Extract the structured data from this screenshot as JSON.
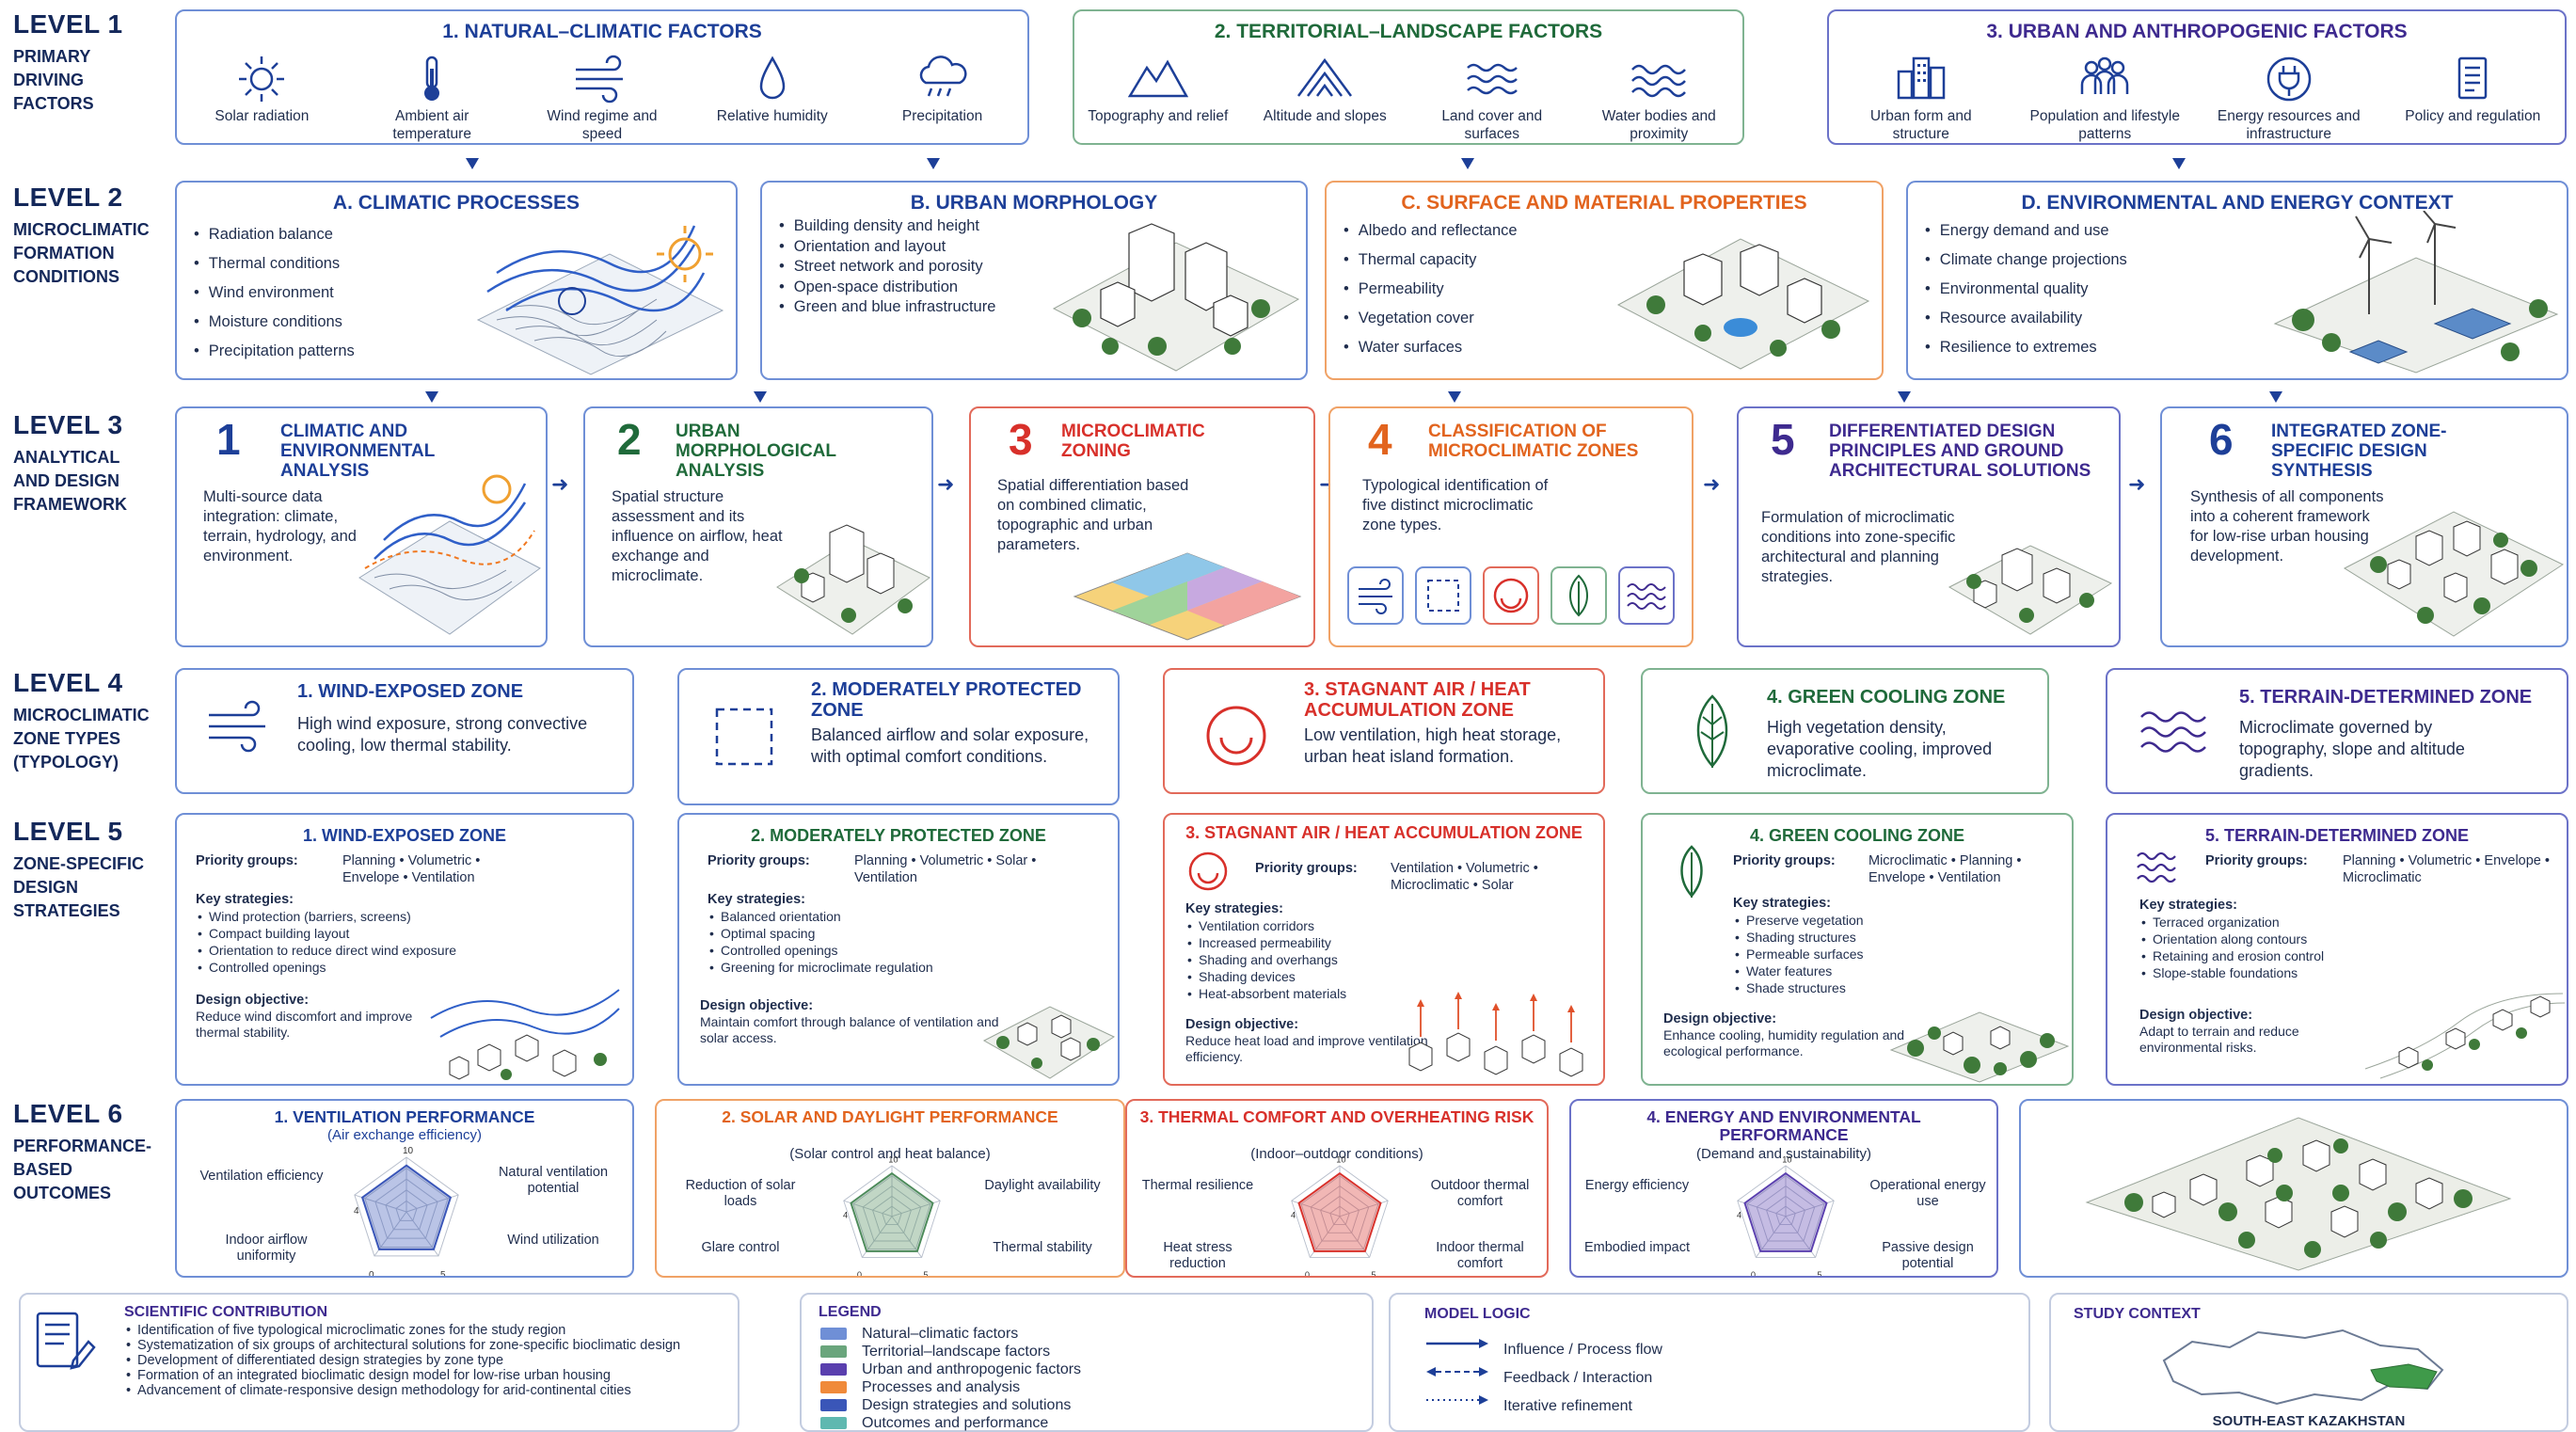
{
  "levels": [
    {
      "title": "LEVEL 1",
      "sub": "PRIMARY DRIVING FACTORS"
    },
    {
      "title": "LEVEL 2",
      "sub": "MICROCLIMATIC FORMATION CONDITIONS"
    },
    {
      "title": "LEVEL 3",
      "sub": "ANALYTICAL AND DESIGN FRAMEWORK"
    },
    {
      "title": "LEVEL 4",
      "sub": "MICROCLIMATIC ZONE TYPES (TYPOLOGY)"
    },
    {
      "title": "LEVEL 5",
      "sub": "ZONE-SPECIFIC DESIGN STRATEGIES"
    },
    {
      "title": "LEVEL 6",
      "sub": "PERFORMANCE-BASED OUTCOMES"
    }
  ],
  "level1": {
    "natural": {
      "title": "1. NATURAL–CLIMATIC FACTORS",
      "items": [
        {
          "icon": "sun-icon",
          "label": "Solar radiation"
        },
        {
          "icon": "thermometer-icon",
          "label": "Ambient air temperature"
        },
        {
          "icon": "wind-icon",
          "label": "Wind regime and speed"
        },
        {
          "icon": "droplet-icon",
          "label": "Relative humidity"
        },
        {
          "icon": "rain-cloud-icon",
          "label": "Precipitation"
        }
      ]
    },
    "territorial": {
      "title": "2. TERRITORIAL–LANDSCAPE FACTORS",
      "items": [
        {
          "icon": "mountains-icon",
          "label": "Topography and relief"
        },
        {
          "icon": "slope-icon",
          "label": "Altitude and slopes"
        },
        {
          "icon": "layers-icon",
          "label": "Land cover and surfaces"
        },
        {
          "icon": "waves-icon",
          "label": "Water bodies and proximity"
        }
      ]
    },
    "urban": {
      "title": "3. URBAN AND ANTHROPOGENIC FACTORS",
      "items": [
        {
          "icon": "buildings-icon",
          "label": "Urban form and structure"
        },
        {
          "icon": "people-icon",
          "label": "Population and lifestyle patterns"
        },
        {
          "icon": "plug-icon",
          "label": "Energy resources and infrastructure"
        },
        {
          "icon": "document-icon",
          "label": "Policy and regulation"
        }
      ]
    }
  },
  "level2": {
    "a": {
      "title": "A. CLIMATIC PROCESSES",
      "items": [
        "Radiation balance",
        "Thermal conditions",
        "Wind environment",
        "Moisture conditions",
        "Precipitation patterns"
      ]
    },
    "b": {
      "title": "B. URBAN MORPHOLOGY",
      "items": [
        "Building density and height",
        "Orientation and layout",
        "Street network and porosity",
        "Open-space distribution",
        "Green and blue infrastructure"
      ]
    },
    "c": {
      "title": "C. SURFACE AND MATERIAL PROPERTIES",
      "items": [
        "Albedo and reflectance",
        "Thermal capacity",
        "Permeability",
        "Vegetation cover",
        "Water surfaces"
      ]
    },
    "d": {
      "title": "D. ENVIRONMENTAL AND ENERGY CONTEXT",
      "items": [
        "Energy demand and use",
        "Climate change projections",
        "Environmental quality",
        "Resource availability",
        "Resilience to extremes"
      ]
    }
  },
  "level3": [
    {
      "num": "1",
      "title": "CLIMATIC AND ENVIRONMENTAL ANALYSIS",
      "desc": "Multi-source data integration: climate, terrain, hydrology, and environment."
    },
    {
      "num": "2",
      "title": "URBAN MORPHOLOGICAL ANALYSIS",
      "desc": "Spatial structure assessment and its influence on airflow, heat exchange and microclimate."
    },
    {
      "num": "3",
      "title": "MICROCLIMATIC ZONING",
      "desc": "Spatial differentiation based on combined climatic, topographic and urban parameters."
    },
    {
      "num": "4",
      "title": "CLASSIFICATION OF MICROCLIMATIC ZONES",
      "desc": "Typological identification of five distinct microclimatic zone types."
    },
    {
      "num": "5",
      "title": "DIFFERENTIATED DESIGN PRINCIPLES AND GROUND ARCHITECTURAL SOLUTIONS",
      "desc": "Formulation of microclimatic conditions into zone-specific architectural and planning strategies."
    },
    {
      "num": "6",
      "title": "INTEGRATED ZONE-SPECIFIC DESIGN SYNTHESIS",
      "desc": "Synthesis of all components into a coherent framework for low-rise urban housing development."
    }
  ],
  "level4": [
    {
      "title": "1. WIND-EXPOSED ZONE",
      "desc": "High wind exposure, strong convective cooling, low thermal stability."
    },
    {
      "title": "2. MODERATELY PROTECTED ZONE",
      "desc": "Balanced airflow and solar exposure, with optimal comfort conditions."
    },
    {
      "title": "3. STAGNANT AIR / HEAT ACCUMULATION ZONE",
      "desc": "Low ventilation, high heat storage, urban heat island formation."
    },
    {
      "title": "4. GREEN COOLING ZONE",
      "desc": "High vegetation density, evaporative cooling, improved microclimate."
    },
    {
      "title": "5. TERRAIN-DETERMINED ZONE",
      "desc": "Microclimate governed by topography, slope and altitude gradients."
    }
  ],
  "level5": {
    "pg_label": "Priority groups:",
    "ks_label": "Key strategies:",
    "obj_label": "Design objective:",
    "zones": [
      {
        "title": "1. WIND-EXPOSED ZONE",
        "pg": "Planning • Volumetric • Envelope • Ventilation",
        "ks": [
          "Wind protection (barriers, screens)",
          "Compact building layout",
          "Orientation to reduce direct wind exposure",
          "Controlled openings"
        ],
        "obj": "Reduce wind discomfort and improve thermal stability."
      },
      {
        "title": "2. MODERATELY PROTECTED ZONE",
        "pg": "Planning • Volumetric • Solar • Ventilation",
        "ks": [
          "Balanced orientation",
          "Optimal spacing",
          "Controlled openings",
          "Greening for microclimate regulation"
        ],
        "obj": "Maintain comfort through balance of ventilation and solar access."
      },
      {
        "title": "3. STAGNANT AIR / HEAT ACCUMULATION ZONE",
        "pg": "Ventilation • Volumetric • Microclimatic • Solar",
        "ks": [
          "Ventilation corridors",
          "Increased permeability",
          "Shading and overhangs",
          "Shading devices",
          "Heat-absorbent materials"
        ],
        "obj": "Reduce heat load and improve ventilation efficiency."
      },
      {
        "title": "4. GREEN COOLING ZONE",
        "pg": "Microclimatic • Planning • Envelope • Ventilation",
        "ks": [
          "Preserve vegetation",
          "Shading structures",
          "Permeable surfaces",
          "Water features",
          "Shade structures"
        ],
        "obj": "Enhance cooling, humidity regulation and ecological performance."
      },
      {
        "title": "5. TERRAIN-DETERMINED ZONE",
        "pg": "Planning • Volumetric • Envelope • Microclimatic",
        "ks": [
          "Terraced organization",
          "Orientation along contours",
          "Retaining and erosion control",
          "Slope-stable foundations"
        ],
        "obj": "Adapt to terrain and reduce environmental risks."
      }
    ]
  },
  "level6": [
    {
      "title": "1. VENTILATION PERFORMANCE",
      "sub": "(Air exchange efficiency)",
      "color": "#3a56b8",
      "tl": "Ventilation efficiency",
      "tr": "Natural ventilation potential",
      "bl": "Indoor airflow uniformity",
      "br": "Wind utilization",
      "scale_top": "10",
      "scale_mid": "4",
      "scale_bl": "0",
      "scale_br": "5"
    },
    {
      "title": "2. SOLAR AND DAYLIGHT PERFORMANCE",
      "sub": "(Solar control and heat balance)",
      "color": "#4c8a5a",
      "tl": "Reduction of solar loads",
      "tr": "Daylight availability",
      "bl": "Glare control",
      "br": "Thermal stability",
      "scale_top": "10",
      "scale_mid": "4",
      "scale_bl": "0",
      "scale_br": "5"
    },
    {
      "title": "3. THERMAL COMFORT AND OVERHEATING RISK",
      "sub": "(Indoor–outdoor conditions)",
      "color": "#d8302a",
      "tl": "Thermal resilience",
      "tr": "Outdoor thermal comfort",
      "bl": "Heat stress reduction",
      "br": "Indoor thermal comfort",
      "scale_top": "10",
      "scale_mid": "4",
      "scale_bl": "0",
      "scale_br": "5"
    },
    {
      "title": "4. ENERGY AND ENVIRONMENTAL PERFORMANCE",
      "sub": "(Demand and sustainability)",
      "color": "#5a3fae",
      "tl": "Energy efficiency",
      "tr": "Operational energy use",
      "bl": "Embodied impact",
      "br": "Passive design potential",
      "scale_top": "10",
      "scale_mid": "4",
      "scale_bl": "0",
      "scale_br": "5"
    }
  ],
  "bottom": {
    "sci": {
      "title": "SCIENTIFIC CONTRIBUTION",
      "items": [
        "Identification of five typological microclimatic zones for the study region",
        "Systematization of six groups of architectural solutions for zone-specific bioclimatic design",
        "Development of differentiated design strategies by zone type",
        "Formation of an integrated bioclimatic design model for low-rise urban housing",
        "Advancement of climate-responsive design methodology for arid-continental cities"
      ]
    },
    "legend": {
      "title": "LEGEND",
      "items": [
        {
          "label": "Natural–climatic factors",
          "color": "#6f8fd6"
        },
        {
          "label": "Territorial–landscape factors",
          "color": "#6aa57c"
        },
        {
          "label": "Urban and anthropogenic factors",
          "color": "#5a3fae"
        },
        {
          "label": "Processes and analysis",
          "color": "#f08a3a"
        },
        {
          "label": "Design strategies and solutions",
          "color": "#3a56b8"
        },
        {
          "label": "Outcomes and performance",
          "color": "#5fb8b0"
        }
      ]
    },
    "model": {
      "title": "MODEL LOGIC",
      "items": [
        "Influence / Process flow",
        "Feedback / Interaction",
        "Iterative refinement"
      ]
    },
    "study": {
      "title": "STUDY CONTEXT",
      "region": "SOUTH-EAST KAZAKHSTAN"
    }
  }
}
